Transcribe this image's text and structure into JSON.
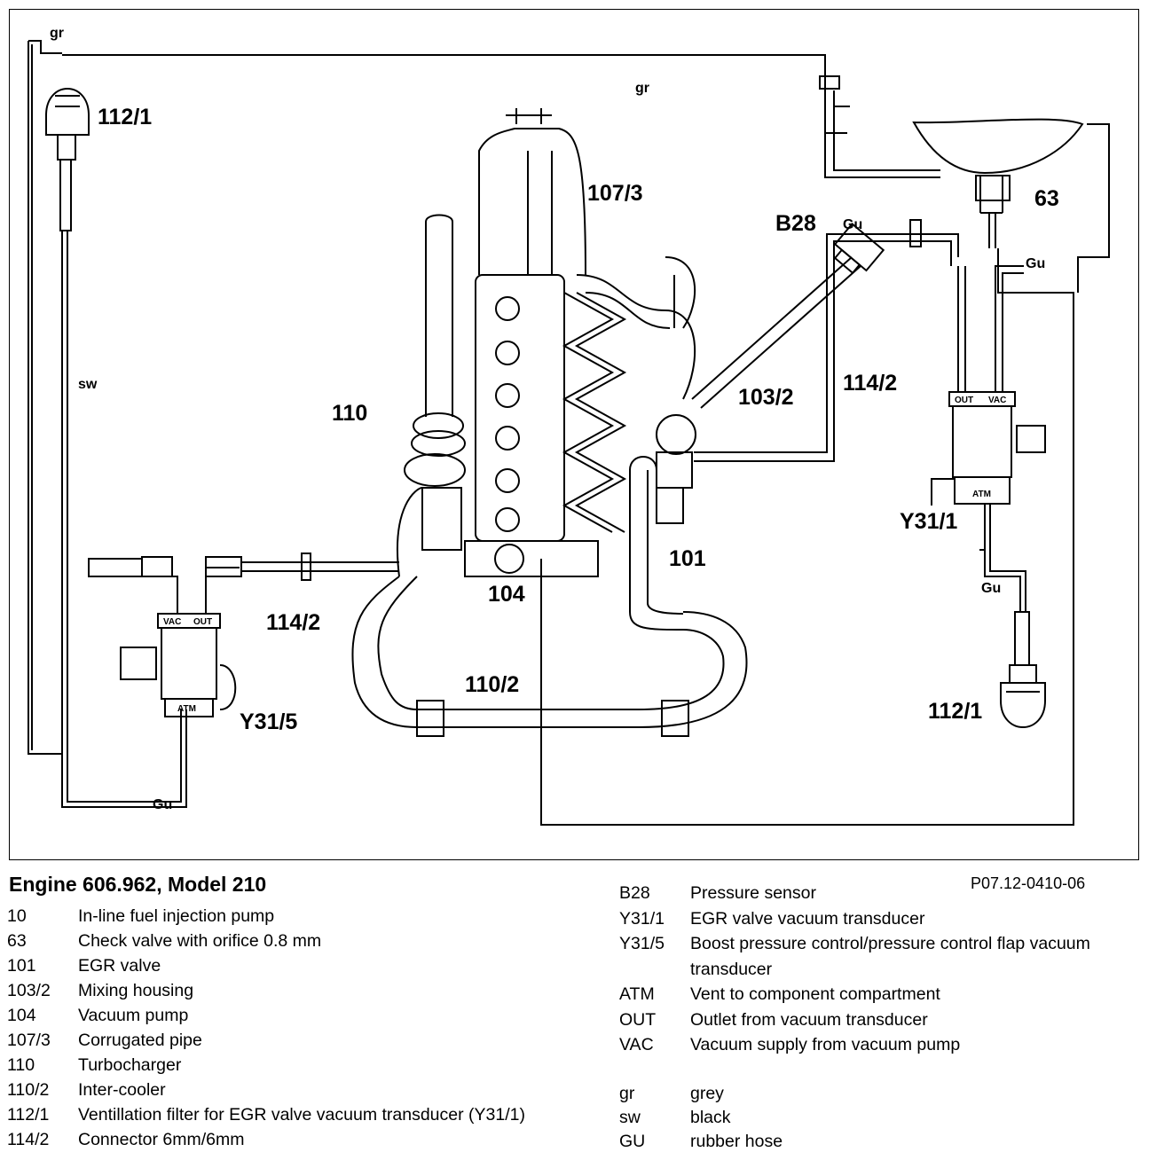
{
  "diagram": {
    "labels": {
      "gr_top_left": "gr",
      "gr_top": "gr",
      "filter_left": "112/1",
      "filter_right": "112/1",
      "sw": "sw",
      "corrugated": "107/3",
      "b28": "B28",
      "check_valve": "63",
      "gu_mid": "Gu",
      "gu_right": "Gu",
      "conn_right": "114/2",
      "mixing": "103/2",
      "turbo": "110",
      "egr": "101",
      "y31_1": "Y31/1",
      "gu_lower_right": "Gu",
      "conn_left": "114/2",
      "pump": "104",
      "intercooler": "110/2",
      "y31_5": "Y31/5",
      "gu_bottom": "Gu",
      "vac_l": "VAC",
      "out_l": "OUT",
      "atm_l": "ATM",
      "out_r": "OUT",
      "vac_r": "VAC",
      "atm_r": "ATM"
    }
  },
  "caption": {
    "title": "Engine 606.962, Model 210",
    "code": "P07.12-0410-06"
  },
  "legend_left": [
    {
      "key": "10",
      "value": "In-line fuel injection pump"
    },
    {
      "key": "63",
      "value": "Check valve with orifice 0.8 mm"
    },
    {
      "key": "101",
      "value": "EGR valve"
    },
    {
      "key": "103/2",
      "value": "Mixing housing"
    },
    {
      "key": "104",
      "value": "Vacuum pump"
    },
    {
      "key": "107/3",
      "value": "Corrugated pipe"
    },
    {
      "key": "110",
      "value": "Turbocharger"
    },
    {
      "key": "110/2",
      "value": "Inter-cooler"
    },
    {
      "key": "112/1",
      "value": "Ventillation filter for EGR valve vacuum transducer (Y31/1)"
    },
    {
      "key": "114/2",
      "value": "Connector 6mm/6mm"
    }
  ],
  "legend_right": [
    {
      "key": "B28",
      "value": "Pressure sensor"
    },
    {
      "key": "Y31/1",
      "value": "EGR valve vacuum transducer"
    },
    {
      "key": "Y31/5",
      "value": "Boost pressure control/pressure control flap vacuum"
    },
    {
      "key": "",
      "value": "transducer"
    },
    {
      "key": "ATM",
      "value": "Vent to component compartment"
    },
    {
      "key": "OUT",
      "value": "Outlet from vacuum transducer"
    },
    {
      "key": "VAC",
      "value": "Vacuum supply from vacuum pump"
    }
  ],
  "legend_colors": [
    {
      "key": "gr",
      "value": "grey"
    },
    {
      "key": "sw",
      "value": "black"
    },
    {
      "key": "GU",
      "value": "rubber hose"
    }
  ]
}
